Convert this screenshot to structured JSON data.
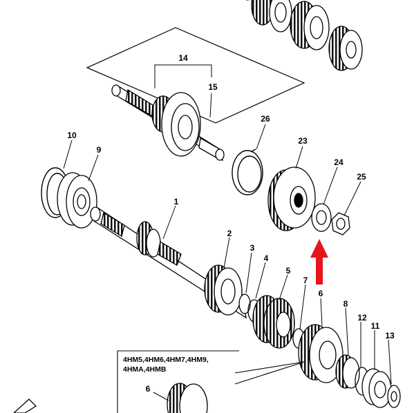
{
  "diagram": {
    "part_labels": [
      "1",
      "2",
      "3",
      "4",
      "5",
      "6",
      "7",
      "8",
      "9",
      "10",
      "11",
      "12",
      "13",
      "14",
      "15",
      "23",
      "24",
      "25",
      "26",
      "6"
    ],
    "model_note": {
      "line1": "4HM5,4HM6,4HM7,4HM9,",
      "line2": "4HMA,4HMB"
    },
    "pointer_arrow_color": "#e8141b"
  }
}
